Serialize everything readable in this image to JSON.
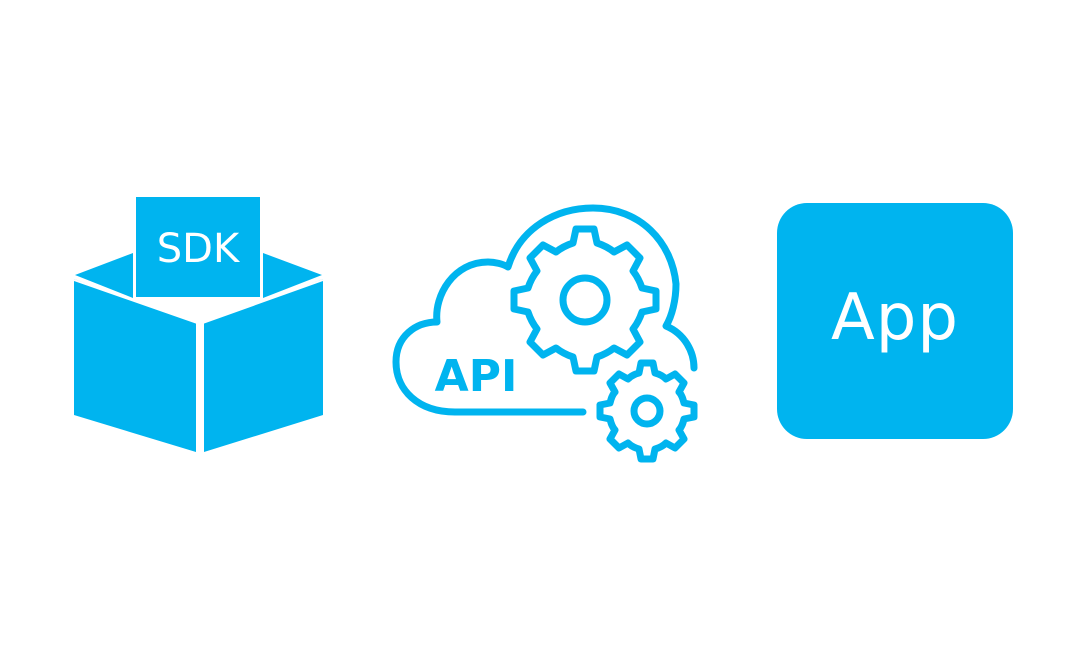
{
  "colors": {
    "accent": "#00b4ef",
    "background": "#ffffff",
    "label_on_accent": "#ffffff"
  },
  "sdk": {
    "label": "SDK",
    "icon": "open-box-icon"
  },
  "api": {
    "label": "API",
    "icon": "cloud-gears-icon"
  },
  "app": {
    "label": "App",
    "icon": "app-tile-icon"
  }
}
